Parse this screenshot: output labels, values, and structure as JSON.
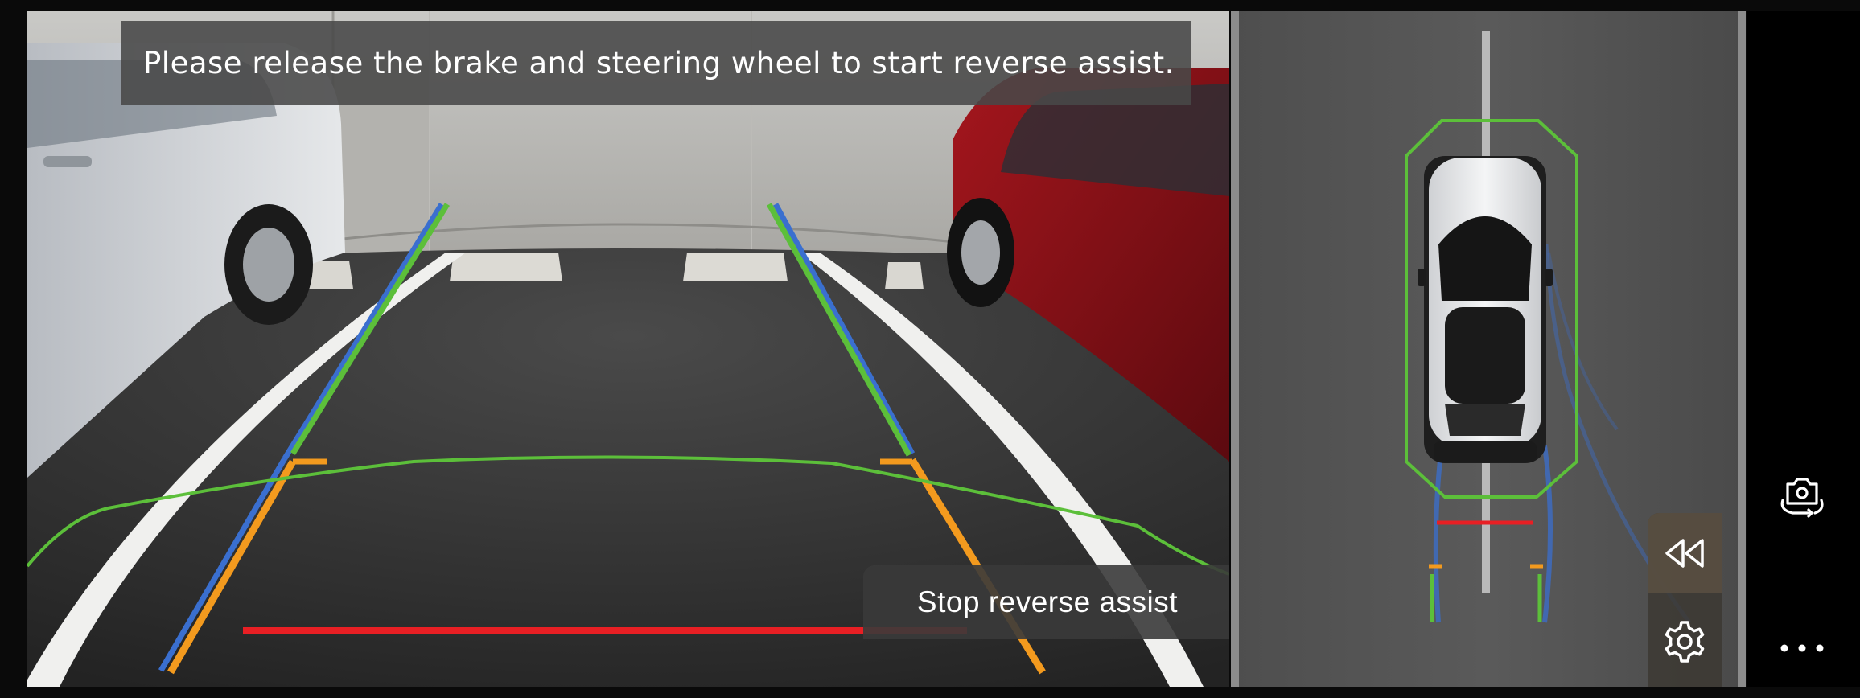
{
  "camera_view": {
    "instruction_banner": "Please release the brake and steering wheel to start reverse assist.",
    "stop_button_label": "Stop reverse assist"
  },
  "guide_colors": {
    "path": "#5cbf3a",
    "side_guide": "#3a6fcf",
    "warning": "#f39a1e",
    "stop_line": "#e81f24"
  },
  "top_view": {
    "vehicle": "top-down-car",
    "proximity_outline_color": "#5cbf3a"
  },
  "side_controls": {
    "rewind_icon": "rewind-icon",
    "settings_icon": "gear-icon"
  },
  "right_rail": {
    "camera_switch_icon": "camera-switch-icon",
    "more_icon": "more-icon"
  }
}
